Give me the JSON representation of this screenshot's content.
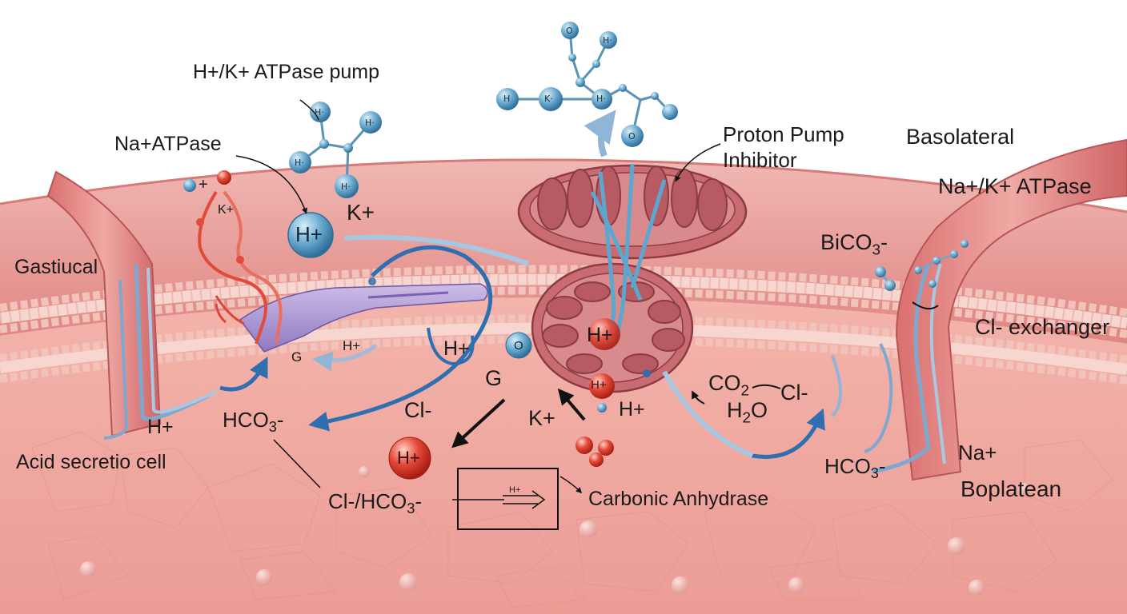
{
  "labels": {
    "hk_pump": "H+/K+ ATPase pump",
    "na_atpase": "Na+ATPase",
    "k_small": "K+",
    "plus_small": "+",
    "h_ion_big": "H+",
    "k_big": "K+",
    "proton_pump": "Proton Pump",
    "inhibitor": "Inhibitor",
    "basolateral": "Basolateral",
    "na_k_atpase": "Na+/K+ ATPase",
    "bico3": "BiCO3-",
    "gastiucal": "Gastiucal",
    "cl_exchanger": "Cl- exchanger",
    "h_center": "H+",
    "g_small": "G",
    "h_small": "H+",
    "h_mid": "H+",
    "o_blue": "O",
    "g_big": "G",
    "h_red_ball": "H+",
    "h_under": "H+",
    "co2": "CO2",
    "cl_right": "Cl-",
    "h2o": "H2O",
    "h_left": "H+",
    "hco3_left": "HCO3-",
    "cl_mid": "Cl-",
    "k_mid": "K+",
    "h_red_big": "H+",
    "acid_cell": "Acid secretio cell",
    "cl_hco3": "Cl-/HCO3-",
    "box_h": "H+",
    "carbonic": "Carbonic Anhydrase",
    "hco3_right": "HCO3-",
    "na_right": "Na+",
    "boplatean": "Boplatean"
  },
  "molecule_top": {
    "atoms": [
      "O",
      "H·",
      "H",
      "K·",
      "H·",
      "O"
    ]
  },
  "molecule_left": {
    "atoms": [
      "H·",
      "H·",
      "H·",
      "H·"
    ]
  },
  "colors": {
    "cytoplasm": "#efa7a0",
    "apical": "#e58f8c",
    "membrane_head": "#f5d2cc",
    "ion_blue": "#5b9cc4",
    "ion_red": "#d8382c",
    "arrow_blue": "#2f6fb0",
    "mito": "#b4555c"
  }
}
